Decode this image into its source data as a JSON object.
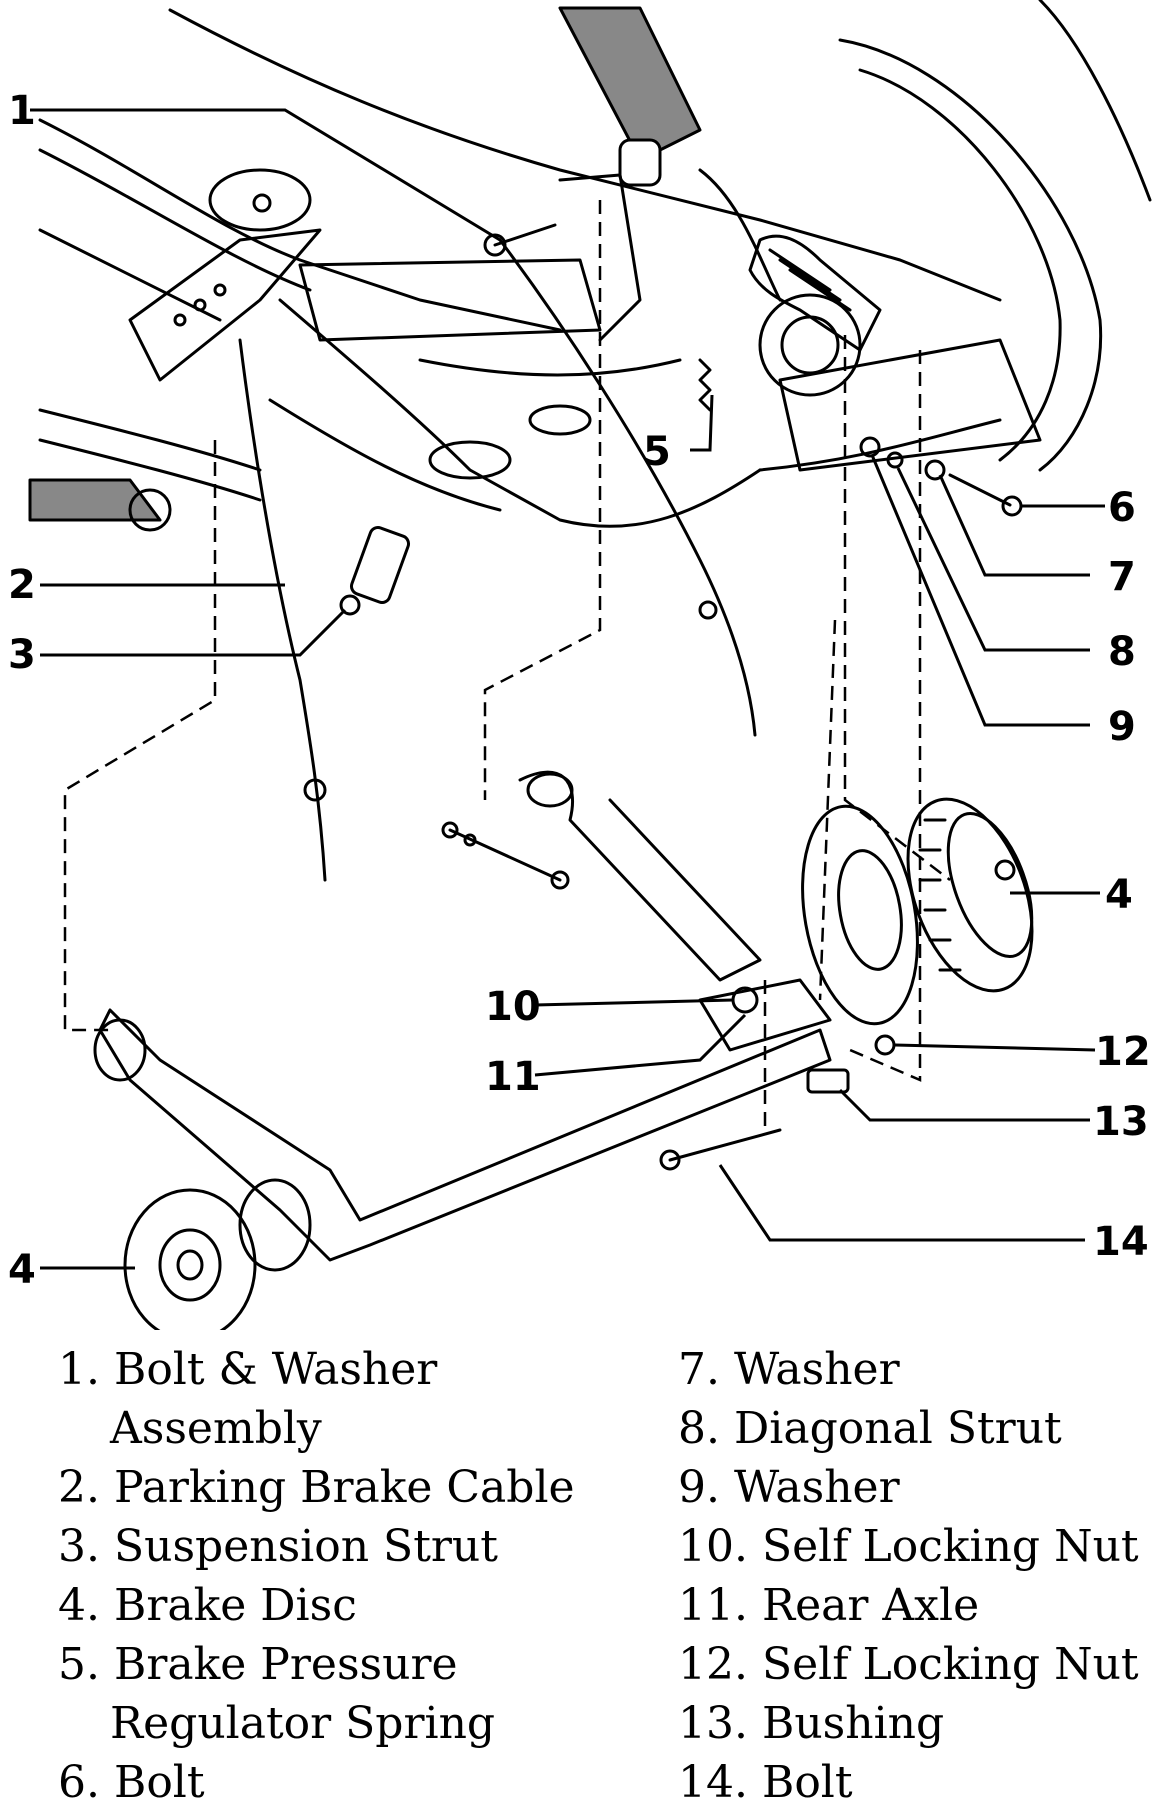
{
  "callouts": {
    "c1": "1",
    "c2": "2",
    "c3": "3",
    "c4a": "4",
    "c4b": "4",
    "c5": "5",
    "c6": "6",
    "c7": "7",
    "c8": "8",
    "c9": "9",
    "c10": "10",
    "c11": "11",
    "c12": "12",
    "c13": "13",
    "c14": "14"
  },
  "legend": {
    "left": [
      {
        "num": "1.",
        "line1": "Bolt & Washer",
        "line2": "Assembly"
      },
      {
        "num": "2.",
        "line1": "Parking Brake Cable",
        "line2": ""
      },
      {
        "num": "3.",
        "line1": "Suspension Strut",
        "line2": ""
      },
      {
        "num": "4.",
        "line1": "Brake Disc",
        "line2": ""
      },
      {
        "num": "5.",
        "line1": "Brake Pressure",
        "line2": "Regulator Spring"
      },
      {
        "num": "6.",
        "line1": "Bolt",
        "line2": ""
      }
    ],
    "right": [
      {
        "num": "7.",
        "line1": "Washer"
      },
      {
        "num": "8.",
        "line1": "Diagonal Strut"
      },
      {
        "num": "9.",
        "line1": "Washer"
      },
      {
        "num": "10.",
        "line1": "Self Locking Nut"
      },
      {
        "num": "11.",
        "line1": "Rear Axle"
      },
      {
        "num": "12.",
        "line1": "Self Locking Nut"
      },
      {
        "num": "13.",
        "line1": "Bushing"
      },
      {
        "num": "14.",
        "line1": "Bolt"
      }
    ]
  },
  "colors": {
    "ink": "#000000",
    "paper": "#ffffff"
  }
}
